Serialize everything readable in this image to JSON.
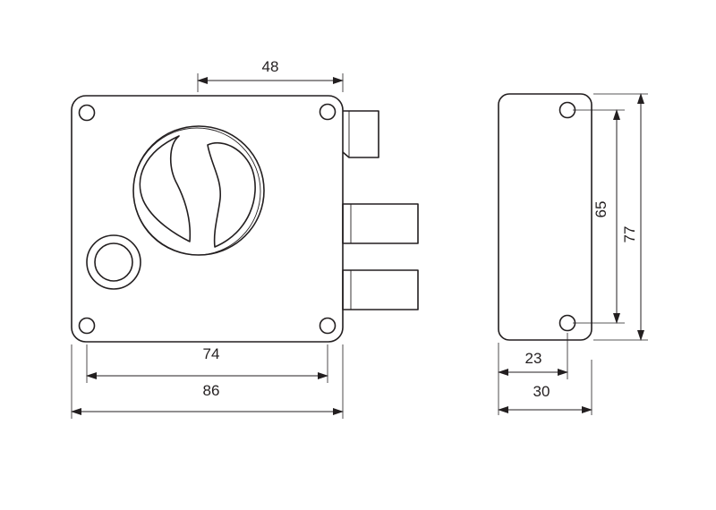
{
  "colors": {
    "stroke": "#231f20",
    "background": "#ffffff"
  },
  "dimensions": {
    "top_width": "48",
    "inner_width": "74",
    "overall_width": "86",
    "side_inner_height": "65",
    "side_overall_height": "77",
    "side_inner_depth": "23",
    "side_overall_depth": "30"
  }
}
